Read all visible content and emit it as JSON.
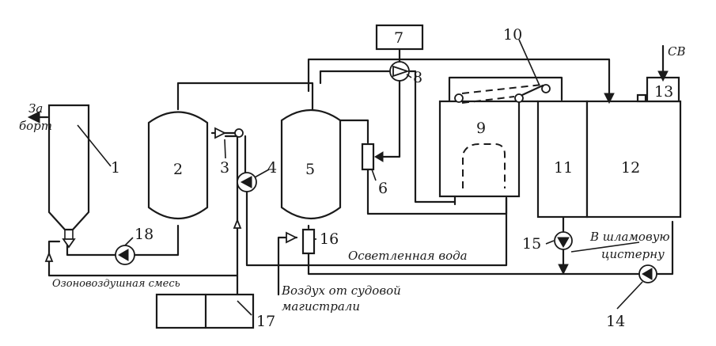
{
  "labels": {
    "n1": "1",
    "n2": "2",
    "n3": "3",
    "n4": "4",
    "n5": "5",
    "n6": "6",
    "n7": "7",
    "n8": "8",
    "n9": "9",
    "n10": "10",
    "n11": "11",
    "n12": "12",
    "n13": "13",
    "n14": "14",
    "n15": "15",
    "n16": "16",
    "n17": "17",
    "n18": "18"
  },
  "captions": {
    "overboard_line1": "За",
    "overboard_line2": "борт",
    "sv": "СВ",
    "clarified_water": "Осветленная вода",
    "ozone_air_mix": "Озоновоздушная смесь",
    "air_line1": "Воздух от судовой",
    "air_line2": "магистрали",
    "sludge_line1": "В шламовую",
    "sludge_line2": "цистерну"
  }
}
